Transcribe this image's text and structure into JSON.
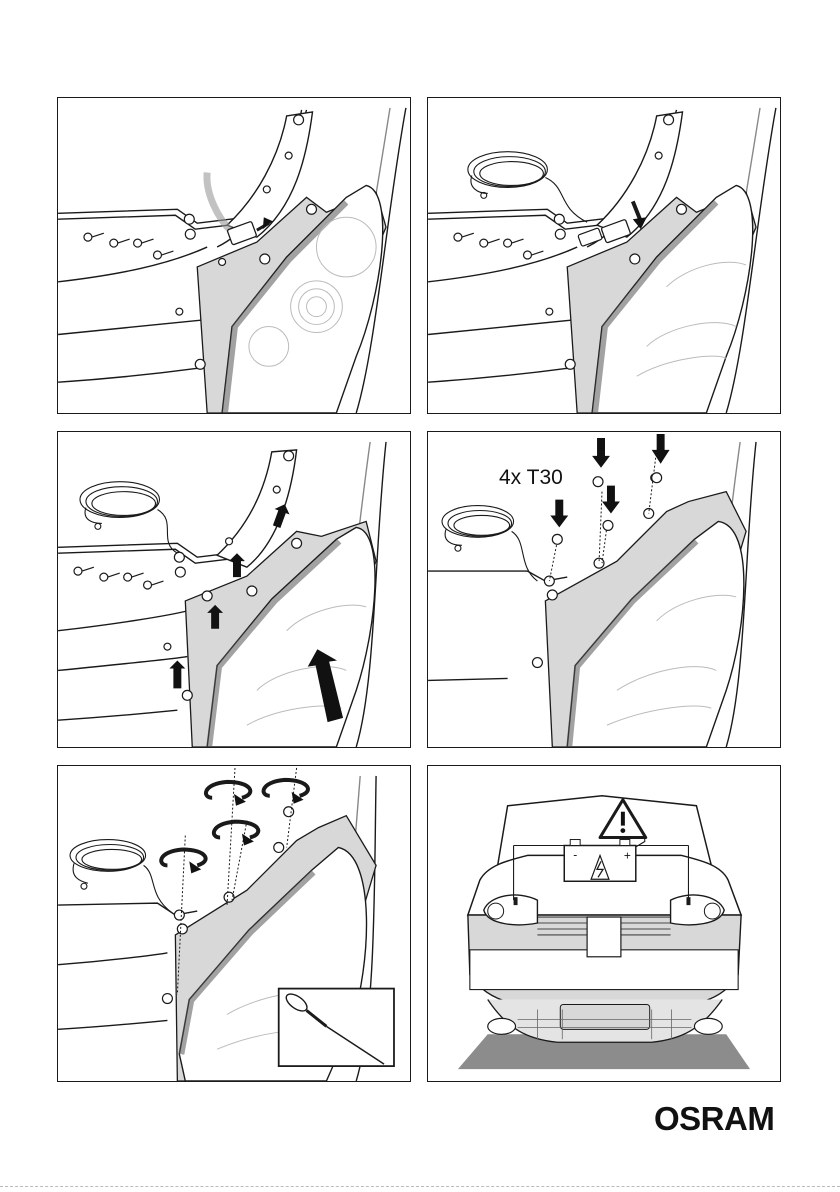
{
  "steps": [
    {
      "id": 1,
      "caption": ""
    },
    {
      "id": 2,
      "caption": ""
    },
    {
      "id": 3,
      "caption": ""
    },
    {
      "id": 4,
      "caption": "4x T30"
    },
    {
      "id": 5,
      "caption": ""
    },
    {
      "id": 6,
      "caption": ""
    }
  ],
  "brand": {
    "logo_text": "OSRAM"
  },
  "battery": {
    "minus": "-",
    "plus": "+"
  },
  "icons": [
    "arrow-icon",
    "screw-icon",
    "connector-icon",
    "cable-icon",
    "rotate-arrow-icon",
    "screwdriver-icon",
    "warning-triangle-icon",
    "high-voltage-icon",
    "battery-icon"
  ],
  "colors": {
    "line": "#1a1a1a",
    "gray": "#9a9a9a",
    "light": "#d8d8d8",
    "floor": "#8c8c8c"
  }
}
